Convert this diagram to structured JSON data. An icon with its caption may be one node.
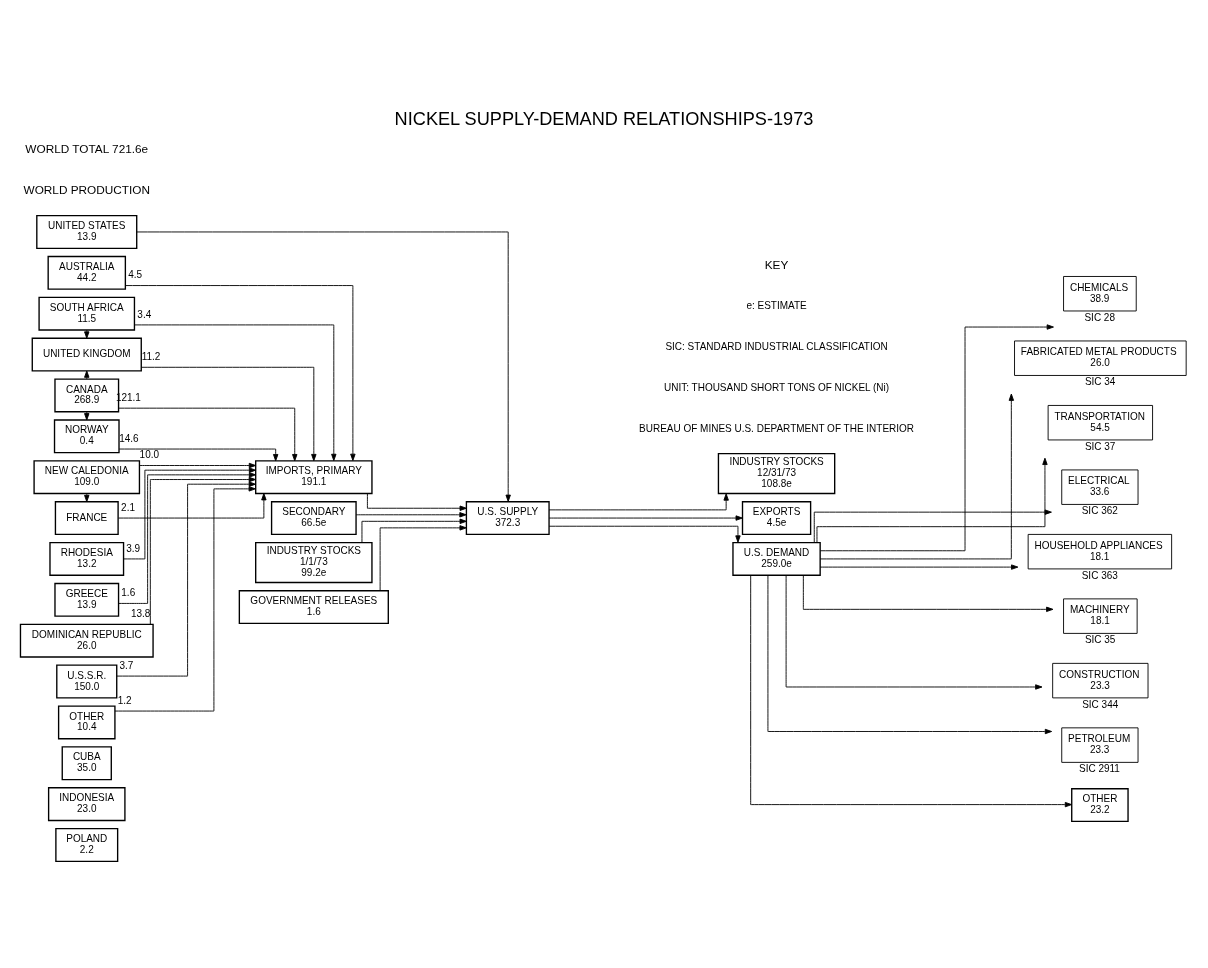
{
  "diagram": {
    "title": "NICKEL SUPPLY-DEMAND RELATIONSHIPS-1973",
    "nodes": [
      {
        "text": [
          "POLAND",
          "2.2"
        ]
      },
      {
        "text": [
          "INDONESIA",
          "23.0"
        ]
      },
      {
        "text": [
          "CUBA",
          "35.0"
        ]
      },
      {
        "text": [
          "UNITED STATES",
          "13.9"
        ]
      },
      {
        "text": [
          "AUSTRALIA",
          "44.2"
        ]
      },
      {
        "text": [
          "SOUTH AFRICA",
          "11.5"
        ]
      },
      {
        "text": [
          "UNITED KINGDOM"
        ]
      },
      {
        "text": [
          "CANADA",
          "268.9"
        ]
      },
      {
        "text": [
          "NORWAY",
          "0.4"
        ]
      },
      {
        "text": [
          "NEW CALEDONIA",
          "109.0"
        ]
      },
      {
        "text": [
          "FRANCE"
        ]
      },
      {
        "text": [
          "RHODESIA",
          "13.2"
        ]
      },
      {
        "text": [
          "GREECE",
          "13.9"
        ]
      },
      {
        "text": [
          "DOMINICAN REPUBLIC",
          "26.0"
        ]
      },
      {
        "text": [
          "U.S.S.R.",
          "150.0"
        ]
      },
      {
        "text": [
          "OTHER",
          "10.4"
        ]
      },
      {
        "text": [
          "IMPORTS, PRIMARY",
          "191.1"
        ]
      },
      {
        "text": [
          "SECONDARY",
          "66.5e"
        ]
      },
      {
        "text": [
          "INDUSTRY STOCKS",
          "1/1/73",
          "99.2e"
        ]
      },
      {
        "text": [
          "GOVERNMENT RELEASES",
          "1.6"
        ]
      },
      {
        "text": [
          "U.S. SUPPLY",
          "372.3"
        ]
      },
      {
        "text": [
          "INDUSTRY STOCKS",
          "12/31/73",
          "108.8e"
        ]
      },
      {
        "text": [
          "EXPORTS",
          "4.5e"
        ]
      },
      {
        "text": [
          "U.S. DEMAND",
          "259.0e"
        ]
      },
      {
        "text": [
          "CHEMICALS",
          "38.9"
        ],
        "beside": [
          "SIC 28"
        ]
      },
      {
        "text": [
          "FABRICATED METAL PRODUCTS",
          "26.0"
        ],
        "beside": [
          "SIC 34"
        ]
      },
      {
        "text": [
          "TRANSPORTATION",
          "54.5"
        ],
        "beside": [
          "SIC 37"
        ]
      },
      {
        "text": [
          "ELECTRICAL",
          "33.6"
        ],
        "beside": [
          "SIC 362"
        ]
      },
      {
        "text": [
          "HOUSEHOLD APPLIANCES",
          "18.1"
        ],
        "beside": [
          "SIC 363"
        ]
      },
      {
        "text": [
          "MACHINERY",
          "18.1"
        ],
        "beside": [
          "SIC 35"
        ]
      },
      {
        "text": [
          "CONSTRUCTION",
          "23.3"
        ],
        "beside": [
          "SIC 344"
        ]
      },
      {
        "text": [
          "PETROLEUM",
          "23.3"
        ],
        "beside": [
          "SIC 2911"
        ]
      },
      {
        "text": [
          "OTHER",
          "23.2"
        ]
      }
    ],
    "edges": [
      {
        "from": 3,
        "to": 20,
        "arrow": "to"
      },
      {
        "from": 4,
        "to": 16,
        "arrow": "to",
        "label": "4.5"
      },
      {
        "from": 5,
        "to": 16,
        "arrow": "to",
        "label": "3.4"
      },
      {
        "from": 6,
        "to": 16,
        "arrow": "to",
        "label": "11.2"
      },
      {
        "from": 7,
        "to": 16,
        "arrow": "to",
        "label": "121.1"
      },
      {
        "from": 8,
        "to": 16,
        "arrow": "to",
        "label": "14.6"
      },
      {
        "from": 9,
        "to": 16,
        "arrow": "to",
        "label": "10.0"
      },
      {
        "from": 10,
        "to": 16,
        "arrow": "to",
        "label": "2.1"
      },
      {
        "from": 11,
        "to": 16,
        "arrow": "to",
        "label": "3.9"
      },
      {
        "from": 12,
        "to": 16,
        "arrow": "to",
        "label": "1.6"
      },
      {
        "from": 13,
        "to": 16,
        "arrow": "to",
        "label": "13.8"
      },
      {
        "from": 14,
        "to": 16,
        "arrow": "to",
        "label": "3.7"
      },
      {
        "from": 15,
        "to": 16,
        "arrow": "to",
        "label": "1.2"
      },
      {
        "from": 5,
        "to": 6,
        "arrow": "to",
        "style": "dashed"
      },
      {
        "from": 7,
        "to": 6,
        "arrow": "to",
        "style": "dashed"
      },
      {
        "from": 7,
        "to": 8,
        "arrow": "to",
        "style": "dashed"
      },
      {
        "from": 9,
        "to": 10,
        "arrow": "to",
        "style": "dashed"
      },
      {
        "from": 16,
        "to": 20,
        "arrow": "to"
      },
      {
        "from": 17,
        "to": 20,
        "arrow": "to"
      },
      {
        "from": 18,
        "to": 20,
        "arrow": "to"
      },
      {
        "from": 19,
        "to": 20,
        "arrow": "to"
      },
      {
        "from": 20,
        "to": 21,
        "arrow": "to"
      },
      {
        "from": 20,
        "to": 23,
        "arrow": "to"
      },
      {
        "from": 20,
        "to": 22,
        "arrow": "to"
      },
      {
        "from": 23,
        "to": 24,
        "arrow": "to"
      },
      {
        "from": 23,
        "to": 25,
        "arrow": "to"
      },
      {
        "from": 23,
        "to": 26,
        "arrow": "to"
      },
      {
        "from": 23,
        "to": 27,
        "arrow": "to"
      },
      {
        "from": 23,
        "to": 28,
        "arrow": "to"
      },
      {
        "from": 23,
        "to": 29,
        "arrow": "to"
      },
      {
        "from": 23,
        "to": 30,
        "arrow": "to"
      },
      {
        "from": 23,
        "to": 31,
        "arrow": "to"
      },
      {
        "from": 23,
        "to": 32,
        "arrow": "to"
      }
    ],
    "labels": [
      "WORLD PRODUCTION",
      "WORLD TOTAL 721.6e",
      "KEY",
      "e: ESTIMATE",
      "SIC: STANDARD INDUSTRIAL CLASSIFICATION",
      "UNIT: THOUSAND SHORT TONS OF NICKEL (Ni)",
      "BUREAU OF MINES U.S. DEPARTMENT OF THE INTERIOR"
    ]
  }
}
